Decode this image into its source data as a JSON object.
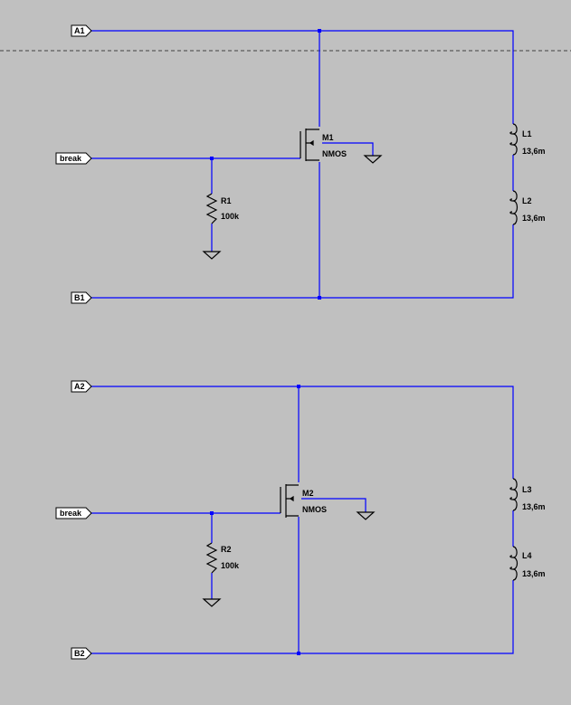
{
  "colors": {
    "background": "#c0c0c0",
    "wire": "#0000ff",
    "component": "#000000"
  },
  "circuits": [
    {
      "net_a": "A1",
      "net_b": "B1",
      "net_break": "break",
      "mosfet": {
        "name": "M1",
        "model": "NMOS"
      },
      "resistor": {
        "name": "R1",
        "value": "100k"
      },
      "inductor_top": {
        "name": "L1",
        "value": "13,6m"
      },
      "inductor_bottom": {
        "name": "L2",
        "value": "13,6m"
      }
    },
    {
      "net_a": "A2",
      "net_b": "B2",
      "net_break": "break",
      "mosfet": {
        "name": "M2",
        "model": "NMOS"
      },
      "resistor": {
        "name": "R2",
        "value": "100k"
      },
      "inductor_top": {
        "name": "L3",
        "value": "13,6m"
      },
      "inductor_bottom": {
        "name": "L4",
        "value": "13,6m"
      }
    }
  ]
}
